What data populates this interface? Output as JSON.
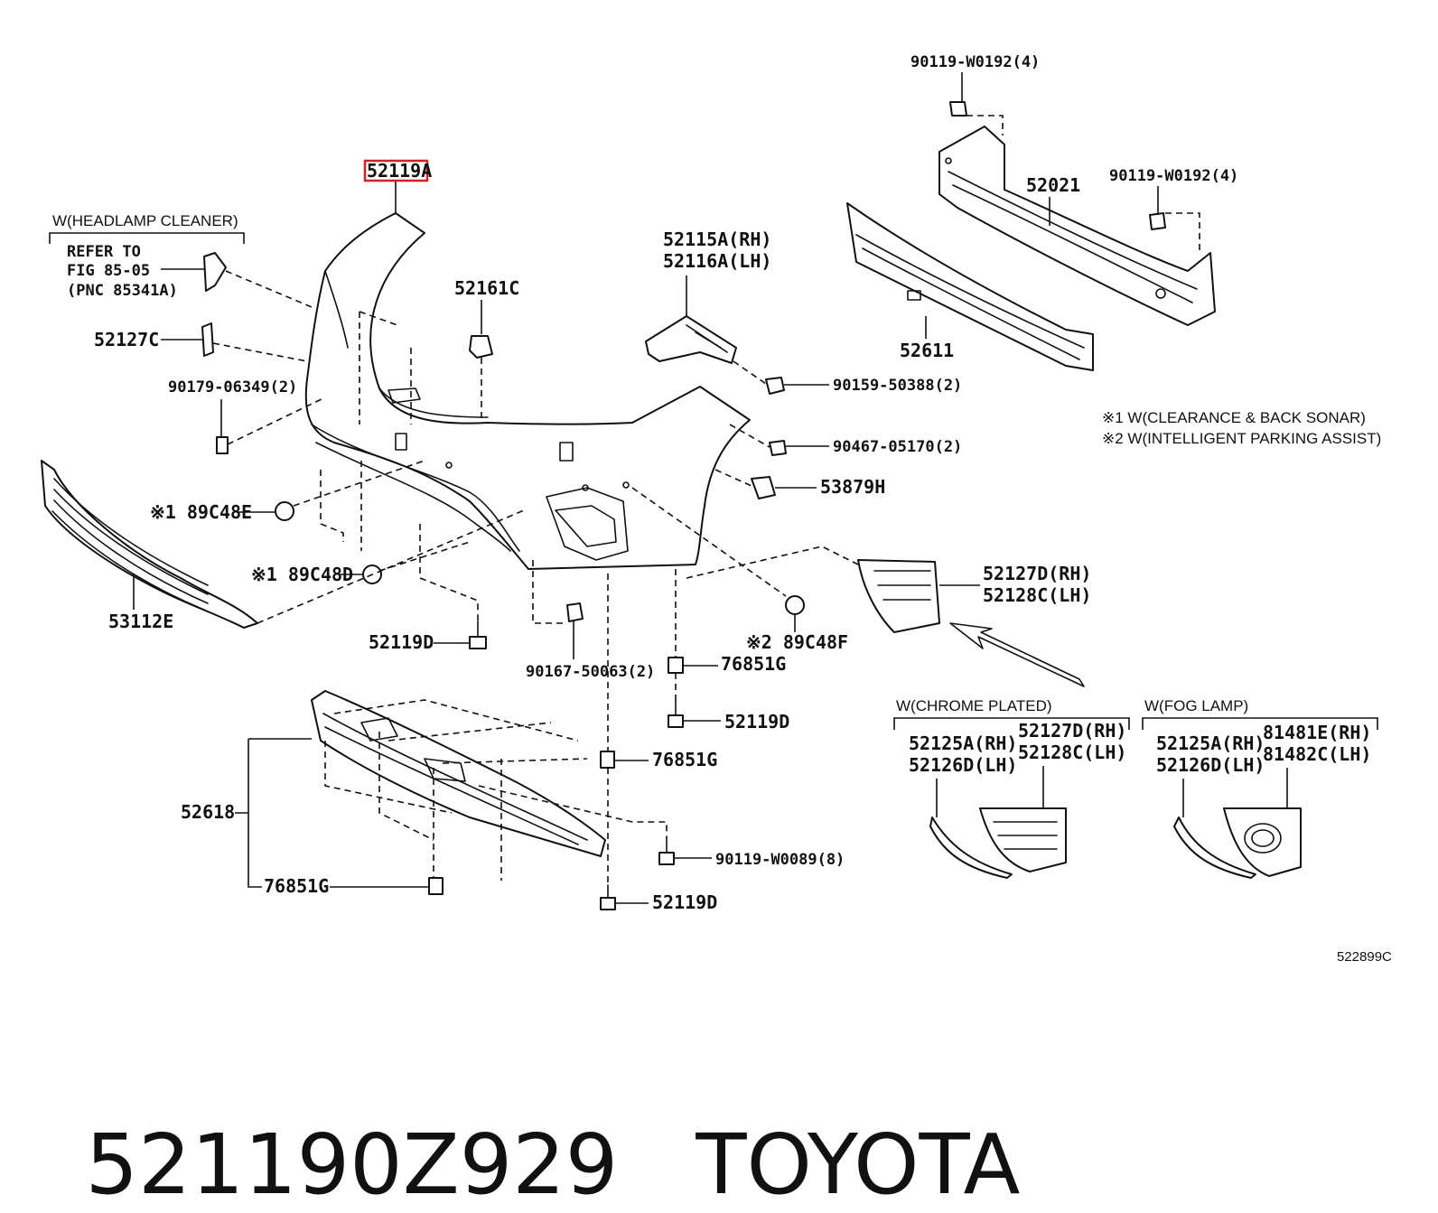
{
  "labels": {
    "p52119A": "52119A",
    "headlamp_cond": "W(HEADLAMP CLEANER)",
    "refer_1": "REFER TO",
    "refer_2": "FIG 85-05",
    "refer_3": "(PNC 85341A)",
    "p52127C": "52127C",
    "p90179": "90179-06349(2)",
    "p52161C": "52161C",
    "p52115A": "52115A(RH)",
    "p52116A": "52116A(LH)",
    "p90159": "90159-50388(2)",
    "p90467": "90467-05170(2)",
    "p53879H": "53879H",
    "p89C48E": "※1 89C48E",
    "p89C48D": "※1 89C48D",
    "p53112E": "53112E",
    "p52119D_a": "52119D",
    "p90167": "90167-50063(2)",
    "p76851G_a": "76851G",
    "p89C48F": "※2 89C48F",
    "p52127D_a": "52127D(RH)",
    "p52128C_a": "52128C(LH)",
    "p90119_top": "90119-W0192(4)",
    "p52021": "52021",
    "p90119_right": "90119-W0192(4)",
    "p52611": "52611",
    "note1": "※1 W(CLEARANCE & BACK SONAR)",
    "note2": "※2 W(INTELLIGENT PARKING ASSIST)",
    "p52119D_b": "52119D",
    "p76851G_b": "76851G",
    "p52618": "52618",
    "p90119_w0089": "90119-W0089(8)",
    "p76851G_c": "76851G",
    "p52119D_c": "52119D",
    "chrome_cond": "W(CHROME PLATED)",
    "chrome_52125A": "52125A(RH)",
    "chrome_52126D": "52126D(LH)",
    "chrome_52127D": "52127D(RH)",
    "chrome_52128C": "52128C(LH)",
    "fog_cond": "W(FOG LAMP)",
    "fog_52125A": "52125A(RH)",
    "fog_52126D": "52126D(LH)",
    "fog_81481E": "81481E(RH)",
    "fog_81482C": "81482C(LH)",
    "fig_ref": "522899C"
  },
  "highlight": {
    "part": "52119A",
    "color": "#d42020"
  },
  "footer": {
    "part_number": "521190Z929",
    "brand": "TOYOTA"
  }
}
